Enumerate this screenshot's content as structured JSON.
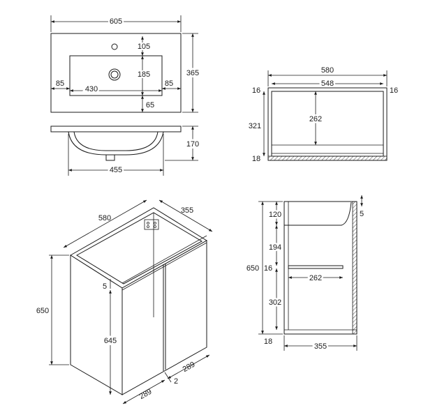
{
  "basin_top_view": {
    "width": "605",
    "depth": "365",
    "tap_to_bowl": "105",
    "bowl_depth": "185",
    "left_margin": "85",
    "bowl_width": "430",
    "right_margin": "85",
    "front_margin": "65"
  },
  "basin_side_view": {
    "bowl_height": "170",
    "bowl_width": "455"
  },
  "cabinet_front_section": {
    "outer_width": "580",
    "inner_width": "548",
    "side_left": "16",
    "side_right": "16",
    "inner_height": "321",
    "shelf_depth": "262",
    "base": "18"
  },
  "cabinet_iso": {
    "width": "580",
    "depth": "355",
    "height": "650",
    "door_gap_top": "5",
    "door_height": "645",
    "door_width_left": "289",
    "door_width_right": "289",
    "door_gap": "2"
  },
  "cabinet_side_section": {
    "top_gap": "5",
    "top_panel": "120",
    "upper_space": "194",
    "total_height": "650",
    "shelf_thickness": "16",
    "shelf_depth": "262",
    "lower_space": "302",
    "base": "18",
    "depth": "355"
  },
  "colors": {
    "line": "#1a1a1a",
    "background": "#ffffff"
  }
}
